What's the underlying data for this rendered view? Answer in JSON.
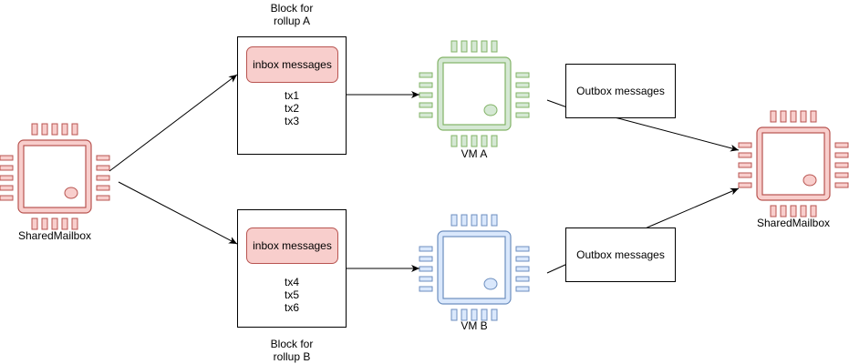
{
  "colors": {
    "red_fill": "#f8cecc",
    "red_stroke": "#b85450",
    "green_fill": "#d5e8d4",
    "green_stroke": "#82b366",
    "blue_fill": "#dae8fc",
    "blue_stroke": "#6c8ebf",
    "line": "#000000"
  },
  "left_chip": {
    "icon": "chip-icon",
    "label": "SharedMailbox"
  },
  "right_chip": {
    "icon": "chip-icon",
    "label": "SharedMailbox"
  },
  "block_a": {
    "caption_line1": "Block for",
    "caption_line2": "rollup A",
    "inbox": "inbox messages",
    "txs": [
      "tx1",
      "tx2",
      "tx3"
    ]
  },
  "block_b": {
    "caption_line1": "Block for",
    "caption_line2": "rollup B",
    "inbox": "inbox messages",
    "txs": [
      "tx4",
      "tx5",
      "tx6"
    ]
  },
  "vm_a": {
    "icon": "chip-icon",
    "label": "VM A"
  },
  "vm_b": {
    "icon": "chip-icon",
    "label": "VM B"
  },
  "outbox_a": "Outbox messages",
  "outbox_b": "Outbox messages"
}
